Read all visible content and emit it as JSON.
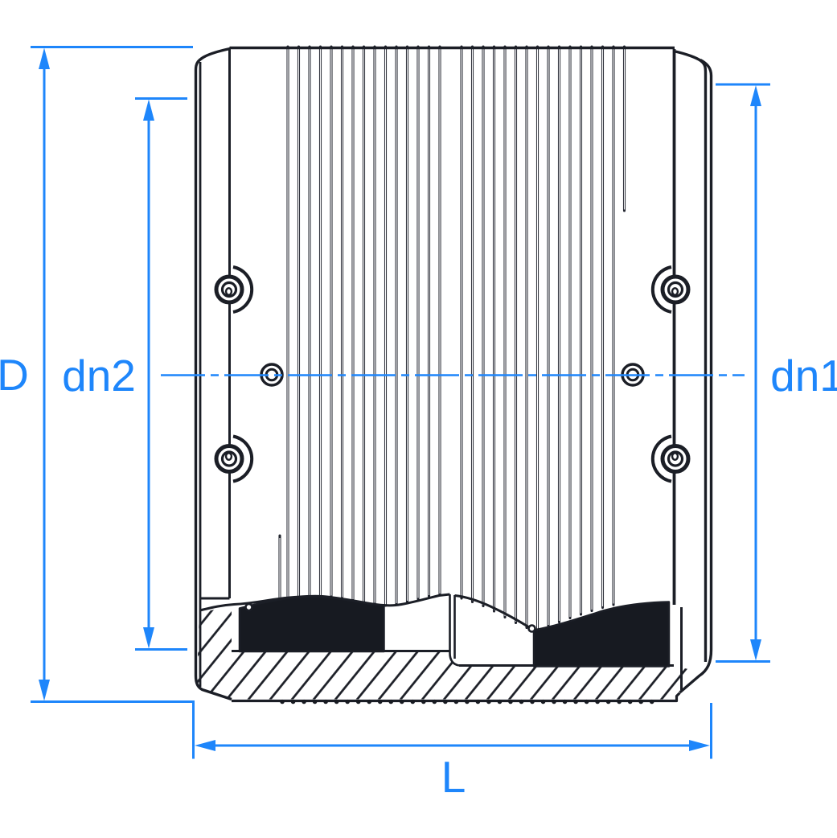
{
  "drawing": {
    "type": "technical-drawing-side-section-view",
    "labels": {
      "outer_diameter": "D",
      "nominal_diameter_left": "dn2",
      "nominal_diameter_right": "dn1",
      "length": "L"
    },
    "colors": {
      "dimension": "#1e86fb",
      "line": "#1b1e26",
      "fill": "#171a21",
      "background": "#ffffff"
    }
  }
}
